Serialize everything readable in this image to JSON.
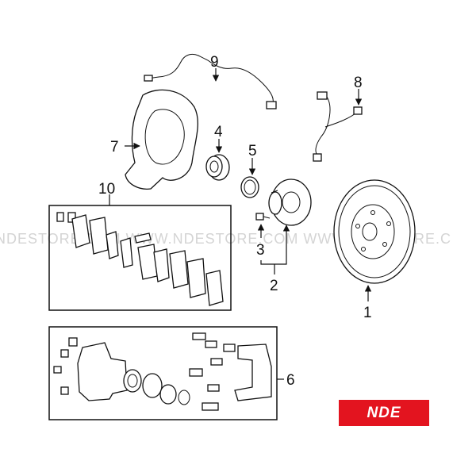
{
  "watermark": "NDESTORE.COM  WWW.NDESTORE.COM  WWW.NDESTORE.C",
  "logo": "NDE",
  "callouts": {
    "c1": "1",
    "c2": "2",
    "c3": "3",
    "c4": "4",
    "c5": "5",
    "c6": "6",
    "c7": "7",
    "c8": "8",
    "c9": "9",
    "c10": "10"
  },
  "colors": {
    "logo_bg": "#e3141f",
    "line": "#111111",
    "watermark": "#d4d4d4"
  }
}
